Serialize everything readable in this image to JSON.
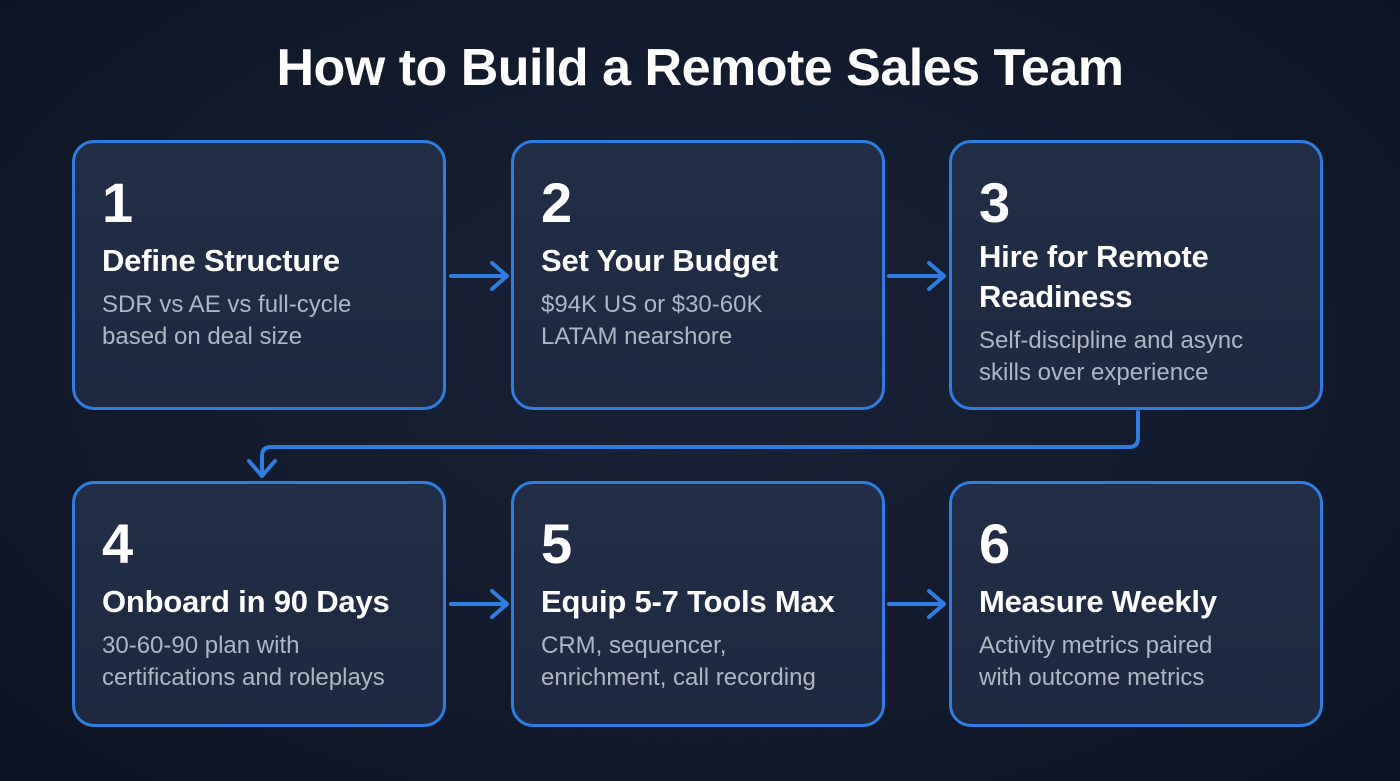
{
  "title": "How to Build a Remote Sales Team",
  "colors": {
    "background": "#131b2d",
    "card_fill": "#212c44",
    "accent_blue": "#2f7de1",
    "heading_text": "#ffffff",
    "description_text": "#aeb6c4"
  },
  "steps": [
    {
      "number": "1",
      "heading": "Define Structure",
      "description_line1": "SDR vs AE vs full-cycle",
      "description_line2": "based on deal size"
    },
    {
      "number": "2",
      "heading": "Set Your Budget",
      "description_line1": "$94K US or $30-60K",
      "description_line2": "LATAM nearshore"
    },
    {
      "number": "3",
      "heading_line1": "Hire for Remote",
      "heading_line2": "Readiness",
      "description_line1": "Self-discipline and async",
      "description_line2": "skills over experience"
    },
    {
      "number": "4",
      "heading": "Onboard in 90 Days",
      "description_line1": "30-60-90 plan with",
      "description_line2": "certifications and roleplays"
    },
    {
      "number": "5",
      "heading": "Equip 5-7 Tools Max",
      "description_line1": "CRM, sequencer,",
      "description_line2": "enrichment, call recording"
    },
    {
      "number": "6",
      "heading": "Measure Weekly",
      "description_line1": "Activity metrics paired",
      "description_line2": "with outcome metrics"
    }
  ],
  "connectors": [
    {
      "from": "1",
      "to": "2",
      "type": "arrow-right"
    },
    {
      "from": "2",
      "to": "3",
      "type": "arrow-right"
    },
    {
      "from": "3",
      "to": "4",
      "type": "elbow-arrow-down"
    },
    {
      "from": "4",
      "to": "5",
      "type": "arrow-right"
    },
    {
      "from": "5",
      "to": "6",
      "type": "arrow-right"
    }
  ]
}
